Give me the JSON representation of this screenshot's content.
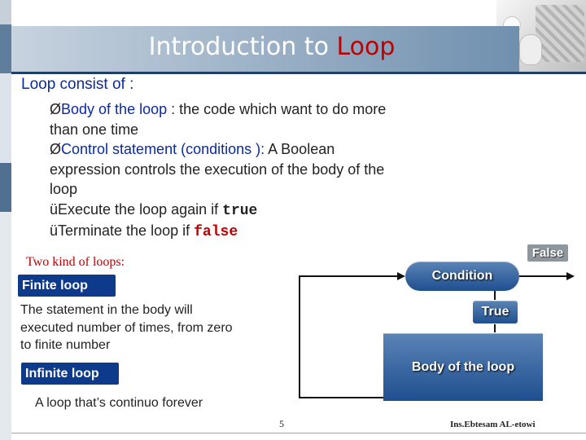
{
  "slide": {
    "title": {
      "main": "Introduction to ",
      "accent": "Loop"
    },
    "heading": "Loop consist of :",
    "bullets": [
      {
        "marker": "Ø",
        "lead": "Body of the loop",
        "text": " : the code which want to do more than one time"
      },
      {
        "marker": "Ø",
        "lead": "Control statement (conditions ):",
        "text": " A Boolean expression controls the execution of the body of the loop"
      },
      {
        "marker": "ü",
        "text": "Execute the loop again if ",
        "code": "true"
      },
      {
        "marker": "ü",
        "text": "Terminate the loop if ",
        "code": "false"
      }
    ],
    "kinds_heading": "Two kind of loops:",
    "finite": {
      "label": "Finite loop",
      "description": "The statement in the body will executed number of times, from zero to finite number"
    },
    "infinite": {
      "label": "Infinite loop",
      "description": "A loop that’s continuo forever"
    }
  },
  "diagram": {
    "condition": "Condition",
    "true_label": "True",
    "false_label": "False",
    "body": "Body of the loop"
  },
  "footer": {
    "page": "5",
    "author": "Ins.Ebtesam AL-etowi"
  },
  "colors": {
    "accent_red": "#c00000",
    "heading_blue": "#0a2aa0",
    "box_blue": "#0d3a8a",
    "node_blue": "#2a5a98"
  }
}
